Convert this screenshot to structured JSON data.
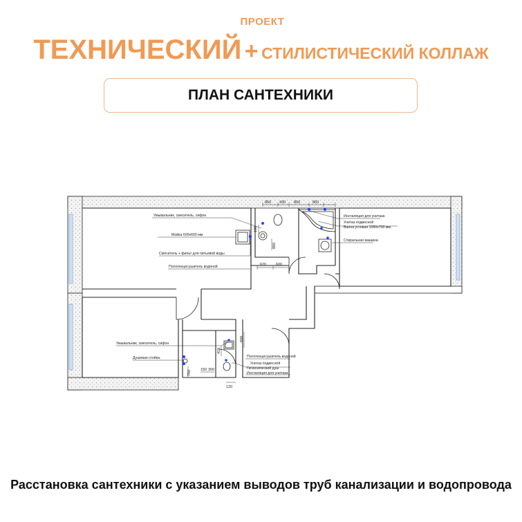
{
  "header": {
    "kicker": "ПРОЕКТ",
    "title_main": "ТЕХНИЧЕСКИЙ",
    "title_plus": "+",
    "title_secondary": "СТИЛИСТИЧЕСКИЙ КОЛЛАЖ",
    "plan_title": "ПЛАН САНТЕХНИКИ"
  },
  "plan": {
    "labels": {
      "kitchen_sink_mixer": "Умывальник, смеситель, сифон",
      "sink_size": "Мойка 600х600 мм",
      "filter_mixer": "Смеситель + фильт для питьевой воды",
      "towel_heater_1": "Полотенцесушитель водяной",
      "toilet_install_1": "Инсталяция для унитаза",
      "toilet_hung_1": "Унитаз подвесной",
      "bath": "Ванна угловая 1050х700 мм.",
      "washer": "Стиральная машина",
      "washbasin_2": "Умывальник, смеситель, сифон",
      "shower": "Душевая стойка.",
      "towel_heater_2": "Полотенцесушитель водяной",
      "toilet_hung_2": "Унитаз подвесной",
      "hygienic_shower": "Гигиенический душ",
      "toilet_install_2": "Инсталяция для унитаза"
    },
    "dims": {
      "d850a": "850",
      "d430": "430",
      "d850b": "850",
      "d850c": "850",
      "d100": "100",
      "d860": "860",
      "d620": "620",
      "d600a": "600",
      "d600b": "600",
      "d415": "415",
      "d750": "750",
      "d150": "150",
      "d300": "300",
      "d120": "120"
    }
  },
  "caption": "Расстановка сантехники с указанием выводов труб канализации и водопровода",
  "colors": {
    "accent": "#ef9a55",
    "accent_border": "#f0b78a",
    "plumbing": "#1e44ff",
    "glass": "#8fb0d6"
  }
}
